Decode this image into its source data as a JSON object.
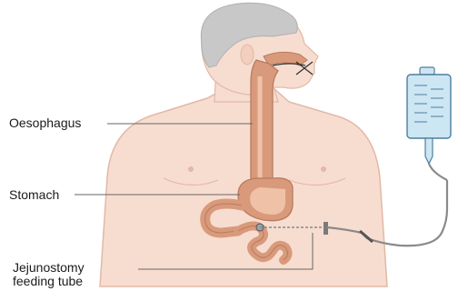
{
  "labels": {
    "oesophagus": "Oesophagus",
    "stomach": "Stomach",
    "jejunostomy_line1": "Jejunostomy",
    "jejunostomy_line2": "feeding tube"
  },
  "colors": {
    "skin": "#f7ddd0",
    "skin_outline": "#e2b8a6",
    "hair": "#c8c8c8",
    "organ": "#d99a7c",
    "organ_inner": "#efc2a8",
    "tube": "#8a8a8a",
    "bag": "#cde6f4",
    "bag_outline": "#4c7f9c",
    "leader": "#666666"
  }
}
